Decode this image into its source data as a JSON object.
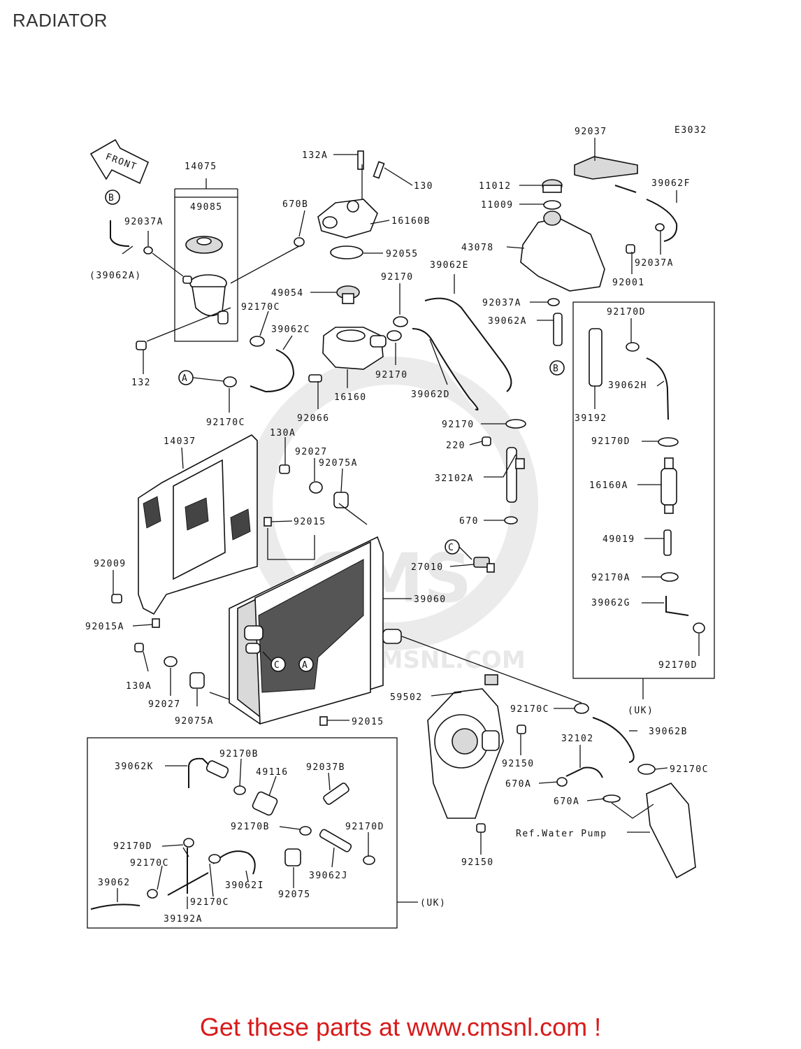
{
  "header": {
    "title": "RADIATOR"
  },
  "diagram": {
    "code": "E3032",
    "front_label": "FRONT",
    "watermark": {
      "brand": "CMS",
      "url": "WWW.CMSNL.COM"
    },
    "callouts": [
      "A",
      "B",
      "C"
    ],
    "uk_label": "(UK)",
    "ref_water_pump": "Ref.Water Pump",
    "part_labels": [
      "132A",
      "130",
      "16160B",
      "92055",
      "11012",
      "11009",
      "43078",
      "92037",
      "39062F",
      "92037A",
      "92001",
      "14075",
      "49085",
      "670B",
      "92037A",
      "(39062A)",
      "49054",
      "92170",
      "39062E",
      "92170C",
      "39062C",
      "132",
      "92170C",
      "92066",
      "16160",
      "92170",
      "39062D",
      "92037A",
      "39062A",
      "92170D",
      "39062H",
      "39192",
      "92170D",
      "16160A",
      "49019",
      "92170A",
      "39062G",
      "92170D",
      "14037",
      "130A",
      "92027",
      "92075A",
      "92015",
      "92170",
      "220",
      "32102A",
      "670",
      "27010",
      "92009",
      "39060",
      "92015A",
      "130A",
      "92027",
      "92075A",
      "92015",
      "59502",
      "92170C",
      "39062B",
      "92150",
      "32102",
      "92170C",
      "670A",
      "670A",
      "92150",
      "39062K",
      "92170B",
      "49116",
      "92037B",
      "92170B",
      "92170D",
      "92170D",
      "92170C",
      "39062",
      "39062I",
      "39062J",
      "92075",
      "92170C",
      "39192A"
    ]
  },
  "footer": {
    "cta": "Get these parts at www.cmsnl.com !"
  }
}
